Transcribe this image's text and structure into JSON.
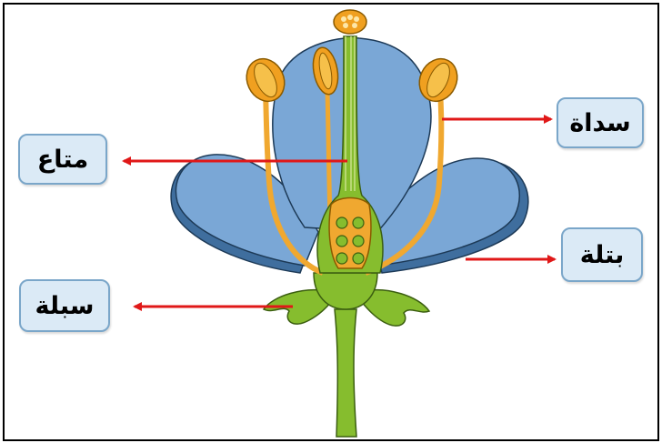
{
  "labels": {
    "stamen": "سداة",
    "pistil": "متاع",
    "petal": "بتلة",
    "sepal": "سبلة"
  },
  "colors": {
    "petal": "#7aa7d6",
    "petal_dark": "#3f6e9e",
    "stamen": "#f0a830",
    "anther": "#f0a020",
    "stem": "#86bd2e",
    "arrow": "#e01818",
    "label_bg": "#dbeaf6",
    "label_border": "#7aa6c9"
  }
}
